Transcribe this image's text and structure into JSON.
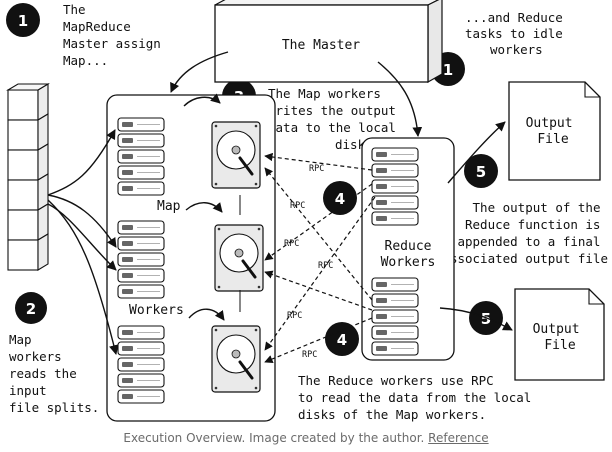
{
  "badges": {
    "step1": "1",
    "step2": "2",
    "step3": "3",
    "step4": "4",
    "step5": "5"
  },
  "notes": {
    "master_assign": [
      "The",
      "MapReduce",
      "Master assign",
      "Map..."
    ],
    "reduce_assign": [
      "...and Reduce",
      "tasks to idle",
      "workers"
    ],
    "map_write": [
      "The Map workers",
      "writes the output",
      "data to the local",
      "disk"
    ],
    "map_read": [
      "Map",
      "workers",
      "reads the",
      "input",
      "file splits."
    ],
    "reduce_append": [
      "The output of the",
      "Reduce function is",
      "appended to a final",
      "associated output file"
    ],
    "reduce_rpc": [
      "The Reduce workers use RPC",
      "to read the data from the local",
      "disks of the Map workers."
    ]
  },
  "master": {
    "label": "The Master"
  },
  "map_group": {
    "label_top": "Map",
    "label_bottom": "Workers"
  },
  "reduce_group": {
    "label_top": "Reduce",
    "label_bottom": "Workers"
  },
  "output_files": [
    {
      "label": [
        "Output",
        "File"
      ]
    },
    {
      "label": [
        "Output",
        "File"
      ]
    }
  ],
  "rpc_label": "RPC",
  "caption": {
    "text": "Execution Overview. Image created by the author.",
    "link": "Reference"
  }
}
